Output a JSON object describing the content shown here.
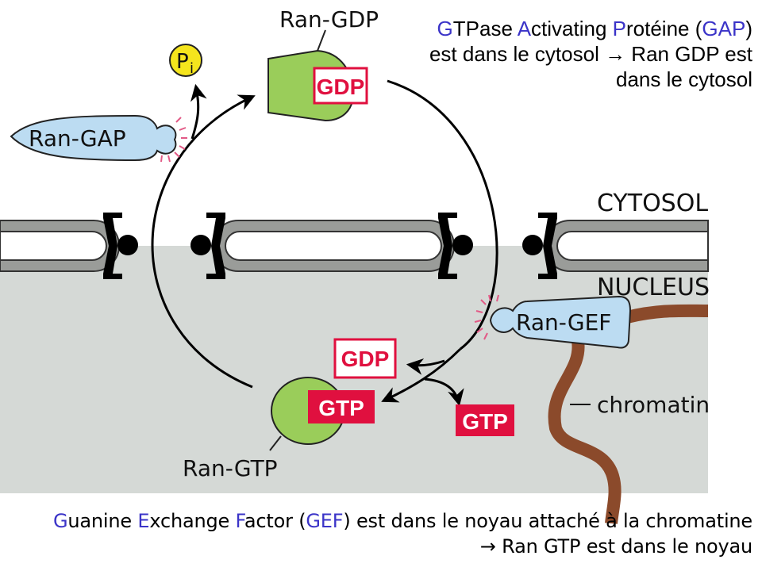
{
  "diagram": {
    "title": "Ran GTPase cycle across the nuclear envelope",
    "compartments": {
      "cytosol": "CYTOSOL",
      "nucleus": "NUCLEUS"
    },
    "proteins": {
      "ran_gdp_label": "Ran-GDP",
      "ran_gtp_label": "Ran-GTP",
      "ran_gap": "Ran-GAP",
      "ran_gef": "Ran-GEF",
      "chromatin": "chromatin"
    },
    "nucleotides": {
      "gdp_top": "GDP",
      "gdp_released": "GDP",
      "gtp_bound": "GTP",
      "gtp_free": "GTP"
    },
    "phosphate": {
      "p": "P",
      "i": "i"
    },
    "colors": {
      "nucleus_bg": "#d5d9d6",
      "ran_green": "#9acd5a",
      "nucleotide_red": "#e0103f",
      "protein_blue": "#bcdcf2",
      "chromatin_brown": "#8b4a2b",
      "phosphate_yellow": "#f5e51d",
      "envelope_gray": "#9a9c99",
      "highlight_blue": "#3b34c8"
    }
  },
  "notes": {
    "top": {
      "segments": [
        {
          "text": "G",
          "hl": true
        },
        {
          "text": "TPase ",
          "hl": false
        },
        {
          "text": "A",
          "hl": true
        },
        {
          "text": "ctivating ",
          "hl": false
        },
        {
          "text": "P",
          "hl": true
        },
        {
          "text": "rotéine ",
          "hl": false
        },
        {
          "text": "(",
          "hl": false
        },
        {
          "text": "GAP",
          "hl": true
        },
        {
          "text": ") est dans le cytosol → Ran GDP est dans le cytosol",
          "hl": false
        }
      ]
    },
    "bottom": {
      "segments": [
        {
          "text": "G",
          "hl": true
        },
        {
          "text": "uanine ",
          "hl": false
        },
        {
          "text": "E",
          "hl": true
        },
        {
          "text": "xchange ",
          "hl": false
        },
        {
          "text": "F",
          "hl": true
        },
        {
          "text": "actor (",
          "hl": false
        },
        {
          "text": "GEF",
          "hl": true
        },
        {
          "text": ") est dans le noyau attaché à la chromatine → Ran GTP est dans le noyau",
          "hl": false
        }
      ]
    }
  }
}
